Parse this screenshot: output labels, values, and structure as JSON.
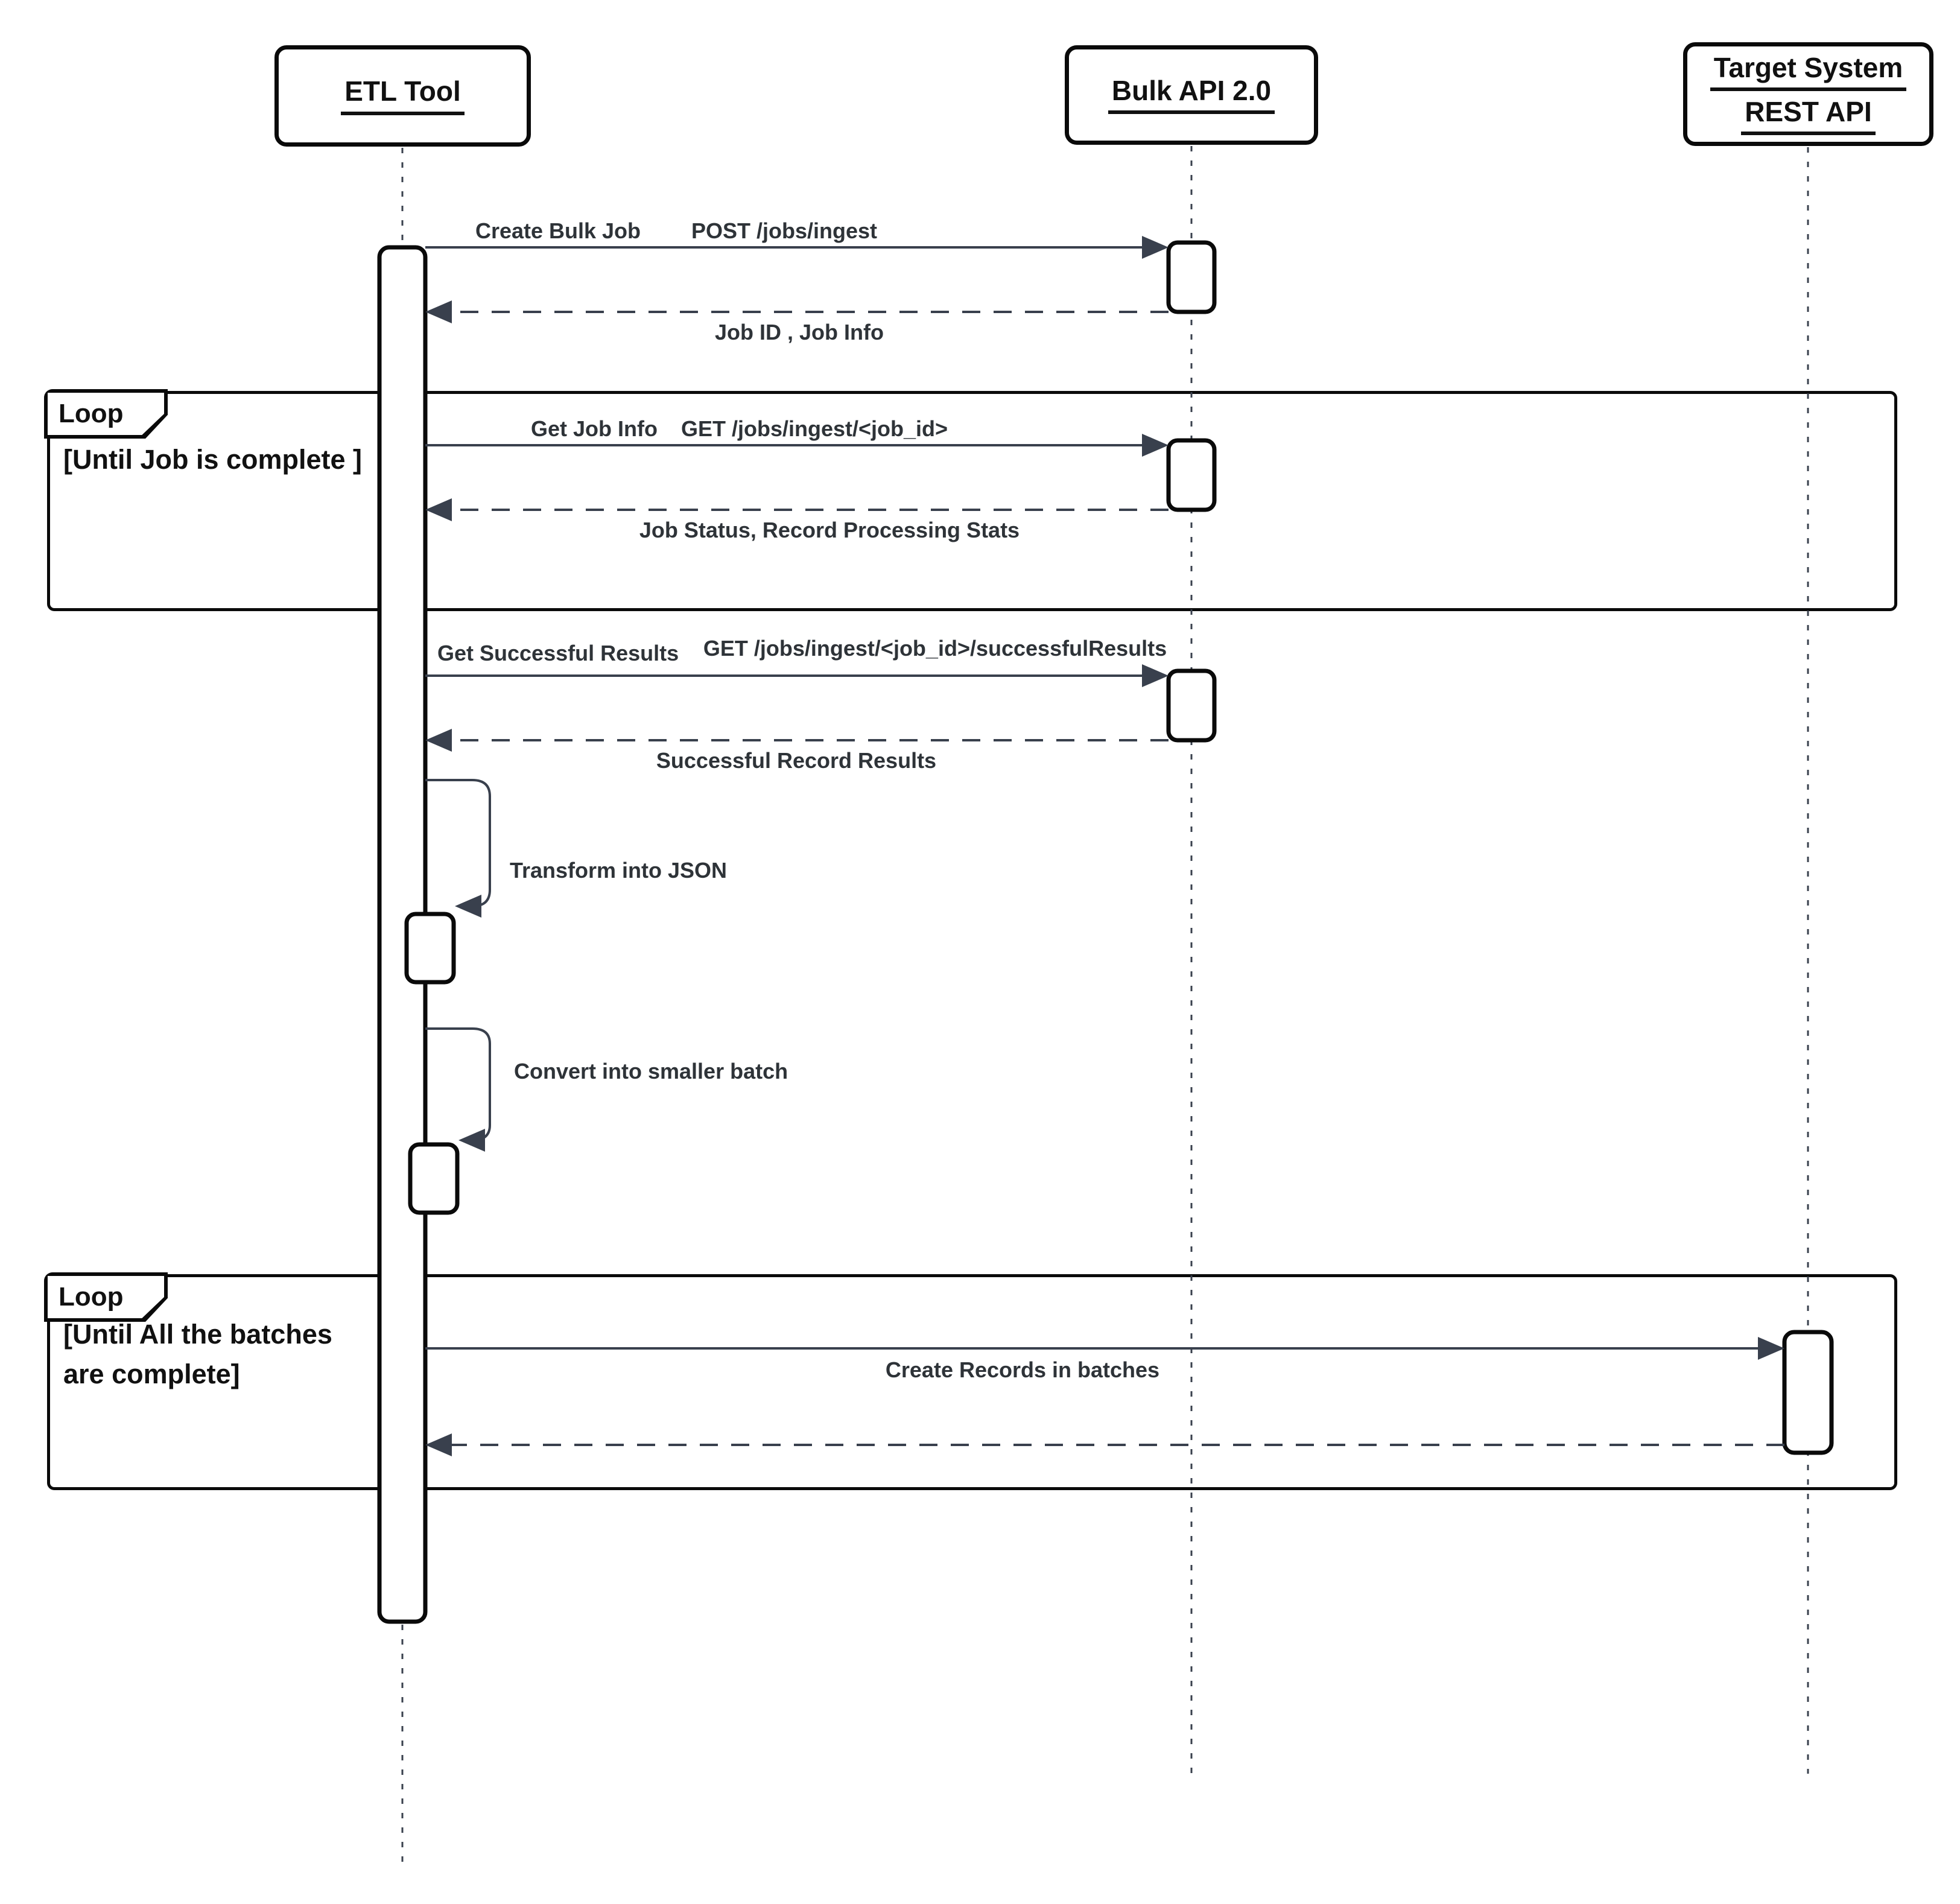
{
  "actors": {
    "etl": {
      "label": "ETL Tool"
    },
    "bulk": {
      "label": "Bulk API 2.0"
    },
    "target": {
      "label_line1": "Target System",
      "label_line2": "REST API"
    }
  },
  "loop1": {
    "title": "Loop",
    "condition": "[Until Job is complete ]"
  },
  "loop2": {
    "title": "Loop",
    "condition_line1": "[Until All the batches",
    "condition_line2": "are complete]"
  },
  "messages": {
    "create_bulk_job": {
      "name": "Create Bulk Job",
      "path": "POST /jobs/ingest",
      "reply": "Job ID , Job Info"
    },
    "get_job_info": {
      "name": "Get Job Info",
      "path": "GET /jobs/ingest/<job_id>",
      "reply": "Job Status, Record Processing Stats"
    },
    "get_successful_results": {
      "name": "Get Successful Results",
      "path": "GET /jobs/ingest/<job_id>/successfulResults",
      "reply": "Successful Record Results"
    },
    "transform_json": {
      "name": "Transform into JSON"
    },
    "convert_batch": {
      "name": "Convert into smaller batch"
    },
    "create_records": {
      "name": "Create Records in batches"
    }
  },
  "colors": {
    "line": "#39404d",
    "border": "#0a0a0a",
    "text_dark": "#111111",
    "text_message": "#2e3338",
    "background": "#ffffff"
  }
}
